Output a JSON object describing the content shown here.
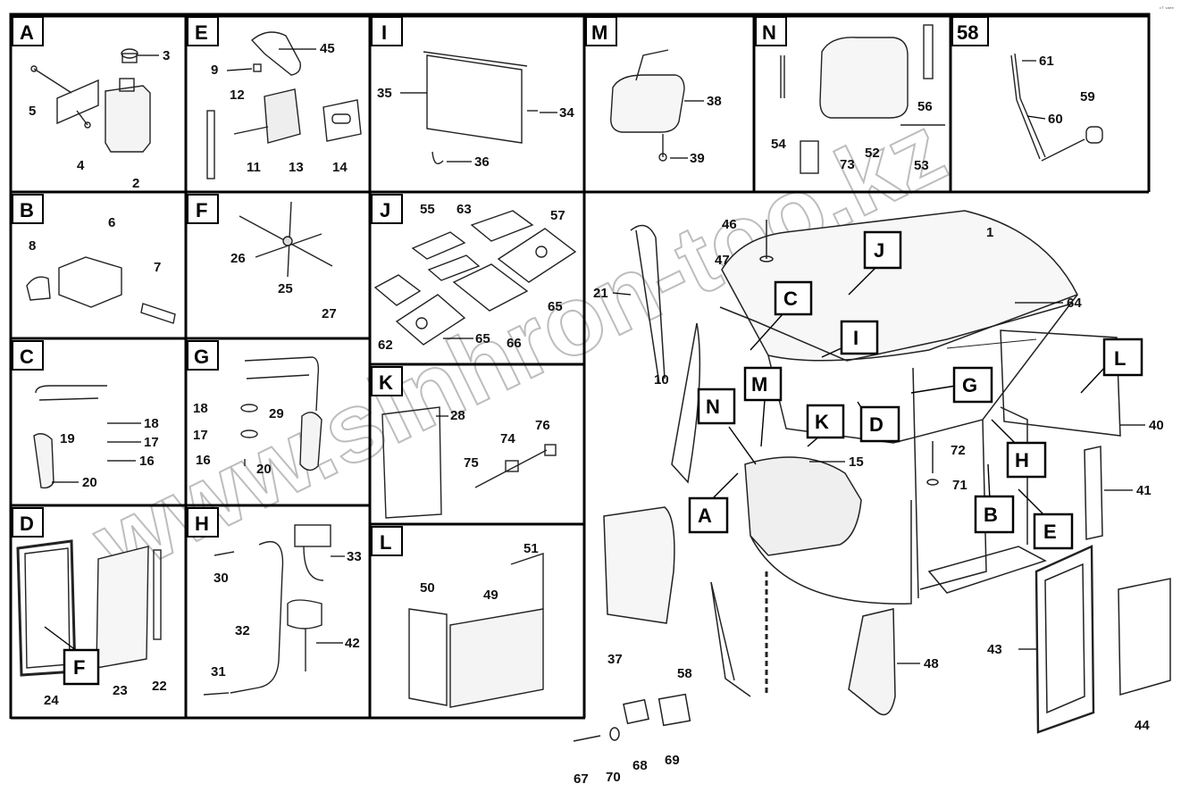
{
  "corner_mark": "ᶜᵀ ˢᵃᵉᵉ",
  "watermark": "www.sinhron-too.kz",
  "panels": {
    "A": "A",
    "E": "E",
    "I": "I",
    "M": "M",
    "N": "N",
    "P58": "58",
    "B": "B",
    "F": "F",
    "J": "J",
    "C": "C",
    "G": "G",
    "K": "K",
    "D": "D",
    "H": "H",
    "L": "L"
  },
  "callouts": {
    "J": "J",
    "C": "C",
    "I": "I",
    "M": "M",
    "G": "G",
    "N": "N",
    "K": "K",
    "D": "D",
    "L": "L",
    "H": "H",
    "A": "A",
    "B": "B",
    "E": "E",
    "F": "F"
  },
  "parts": {
    "p1": "1",
    "p2": "2",
    "p3": "3",
    "p4": "4",
    "p5": "5",
    "p6": "6",
    "p7": "7",
    "p8": "8",
    "p9": "9",
    "p10": "10",
    "p11": "11",
    "p12": "12",
    "p13": "13",
    "p14": "14",
    "p15": "15",
    "p16a": "16",
    "p16b": "16",
    "p17a": "17",
    "p17b": "17",
    "p18a": "18",
    "p18b": "18",
    "p19": "19",
    "p20a": "20",
    "p20b": "20",
    "p21": "21",
    "p22": "22",
    "p23": "23",
    "p24": "24",
    "p25": "25",
    "p26": "26",
    "p27": "27",
    "p28": "28",
    "p29": "29",
    "p30": "30",
    "p31": "31",
    "p32": "32",
    "p33": "33",
    "p34": "34",
    "p35": "35",
    "p36": "36",
    "p37": "37",
    "p38": "38",
    "p39": "39",
    "p40": "40",
    "p41": "41",
    "p42": "42",
    "p43": "43",
    "p44": "44",
    "p45": "45",
    "p46": "46",
    "p47": "47",
    "p48": "48",
    "p49": "49",
    "p50": "50",
    "p51": "51",
    "p52": "52",
    "p53": "53",
    "p54": "54",
    "p55": "55",
    "p56": "56",
    "p57": "57",
    "p58": "58",
    "p59": "59",
    "p60": "60",
    "p61": "61",
    "p62": "62",
    "p63": "63",
    "p64": "64",
    "p65a": "65",
    "p65b": "65",
    "p66": "66",
    "p67": "67",
    "p68": "68",
    "p69": "69",
    "p70": "70",
    "p71": "71",
    "p72": "72",
    "p73": "73",
    "p74": "74",
    "p75": "75",
    "p76": "76"
  }
}
